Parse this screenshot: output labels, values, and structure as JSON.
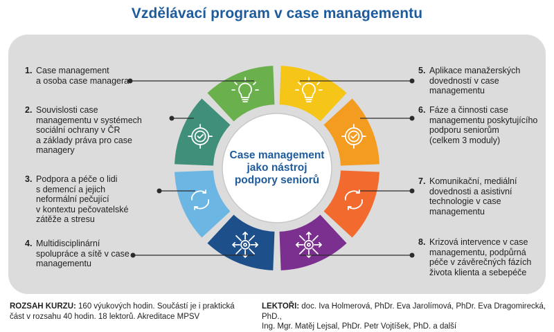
{
  "title": "Vzdělávací program v case managementu",
  "center": "Case management\njako nástroj\npodpory seniorů",
  "items": [
    {
      "num": "1.",
      "text": "Case management\na osoba case managera"
    },
    {
      "num": "2.",
      "text": "Souvislosti case\nmanagementu v systémech\nsociální ochrany v ČR\na základy práva pro case\nmanagery"
    },
    {
      "num": "3.",
      "text": "Podpora a péče o lidi\ns demencí a jejich\nneformální pečující\nv kontextu pečovatelské\nzátěže a stresu"
    },
    {
      "num": "4.",
      "text": "Multidisciplinární\nspolupráce a sítě v case\nmanagementu"
    },
    {
      "num": "5.",
      "text": "Aplikace manažerských\ndovedností v case\nmanagementu"
    },
    {
      "num": "6.",
      "text": "Fáze a činnosti case\nmanagementu poskytujícího\npodporu seniorům\n(celkem 3 moduly)"
    },
    {
      "num": "7.",
      "text": "Komunikační, mediální\ndovednosti a asistivní\ntechnologie v case\nmanagementu"
    },
    {
      "num": "8.",
      "text": "Krizová intervence v case\nmanagementu, podpůrná\npéče v závěrečných fázích\nživota klienta a sebepéče"
    }
  ],
  "segments": [
    {
      "color": "#6ab04c",
      "icon": "lightbulb-icon"
    },
    {
      "color": "#f5c518",
      "icon": "lightbulb-icon"
    },
    {
      "color": "#f39c1f",
      "icon": "target-icon"
    },
    {
      "color": "#f26a2e",
      "icon": "cycle-arrows-icon"
    },
    {
      "color": "#7b2f8e",
      "icon": "gear-network-icon"
    },
    {
      "color": "#1d4f8b",
      "icon": "gear-network-icon"
    },
    {
      "color": "#6cb6e3",
      "icon": "cycle-arrows-icon"
    },
    {
      "color": "#3f8f7a",
      "icon": "target-icon"
    }
  ],
  "footer_left": {
    "label": "ROZSAH KURZU:",
    "text": " 160 výukových hodin. Součástí je i praktická\nčást v rozsahu 40 hodin. 18 lektorů. Akreditace MPSV"
  },
  "footer_right": {
    "label": "LEKTOŘI:",
    "text": " doc. Iva Holmerová, PhDr. Eva Jarolímová, PhDr. Eva Dragomirecká, PhD.,\nIng. Mgr. Matěj Lejsal, PhDr. Petr Vojtíšek, PhD. a další"
  }
}
